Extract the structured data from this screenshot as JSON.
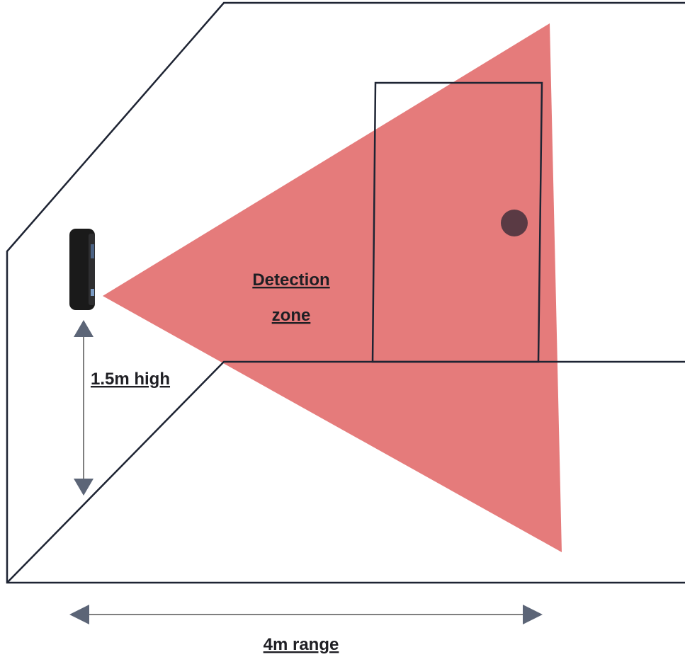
{
  "labels": {
    "detection_line1": "Detection",
    "detection_line2": "zone",
    "height": "1.5m high",
    "range": "4m range"
  },
  "colors": {
    "detection_zone": "#e57b7b",
    "room_lines": "#1e2433",
    "door_knob": "#5a3a44",
    "sensor_body": "#1a1a1a",
    "dimension_arrow": "#5c6577"
  },
  "icons": {
    "sensor": "motion-sensor-icon",
    "door_knob": "door-knob-icon"
  }
}
